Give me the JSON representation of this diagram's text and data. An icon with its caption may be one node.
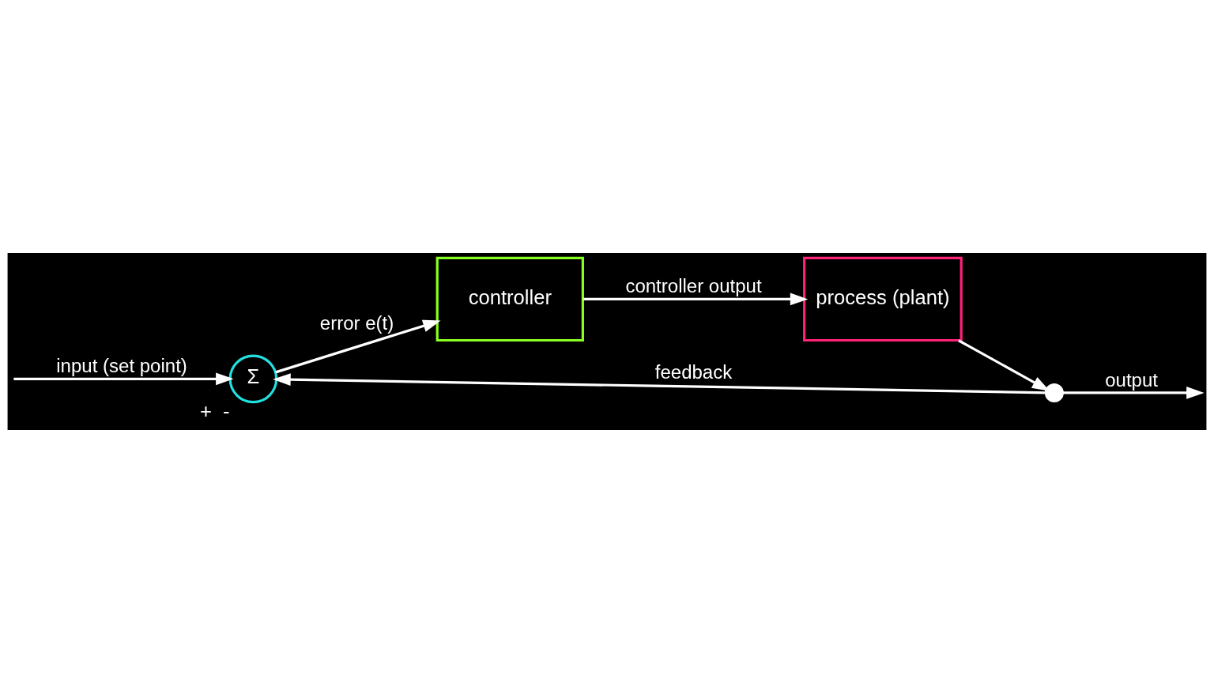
{
  "diagram": {
    "nodes": [
      {
        "text": [
          "Σ"
        ],
        "beside": [
          "+",
          "-"
        ]
      },
      {
        "text": [
          "controller"
        ]
      },
      {
        "text": [
          "process (plant)"
        ]
      },
      {
        "text": [],
        "shape": "circle"
      }
    ],
    "edges": [
      {
        "from": null,
        "to": 0,
        "arrow": "to",
        "label": "input (set point)"
      },
      {
        "from": 0,
        "to": 1,
        "arrow": "to",
        "label": "error e(t)"
      },
      {
        "from": 1,
        "to": 2,
        "arrow": "to",
        "label": "controller output"
      },
      {
        "from": 2,
        "to": 3,
        "arrow": "to"
      },
      {
        "from": 3,
        "to": null,
        "arrow": "to",
        "label": "output"
      },
      {
        "from": 3,
        "to": 0,
        "arrow": "to",
        "label": "feedback"
      }
    ]
  }
}
